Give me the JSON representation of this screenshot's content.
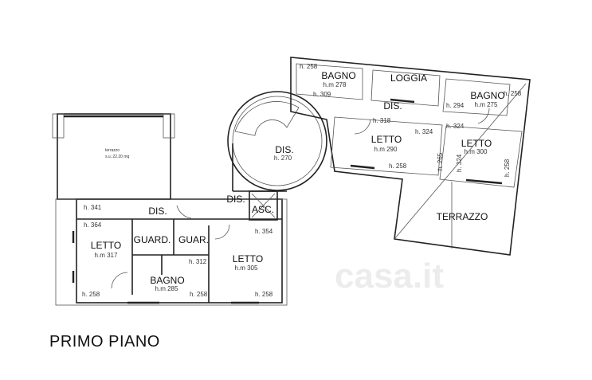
{
  "title": "PRIMO PIANO",
  "watermark": "casa.it",
  "rooms": {
    "bagno_top": {
      "name": "BAGNO",
      "height": "h.m 278"
    },
    "loggia": {
      "name": "LOGGIA"
    },
    "bagno_right": {
      "name": "BAGNO",
      "height": "h.m 275"
    },
    "dis_top": {
      "name": "DIS."
    },
    "letto_290": {
      "name": "LETTO",
      "height": "h.m 290"
    },
    "letto_300": {
      "name": "LETTO",
      "height": "h.m 300"
    },
    "dis_round": {
      "name": "DIS.",
      "height": "h. 270"
    },
    "terrazzo_right": {
      "name": "TERRAZZO"
    },
    "terrazzo_left": {
      "name": "terrazzo",
      "area": "s.u.:22.20 mq"
    },
    "dis_mid": {
      "name": "DIS."
    },
    "asc": {
      "name": "ASC."
    },
    "dis_left": {
      "name": "DIS."
    },
    "letto_317": {
      "name": "LETTO",
      "height": "h.m 317"
    },
    "guard": {
      "name": "GUARD."
    },
    "guar": {
      "name": "GUAR."
    },
    "bagno_285": {
      "name": "BAGNO",
      "height": "h.m 285"
    },
    "letto_305": {
      "name": "LETTO",
      "height": "h.m 305"
    }
  },
  "heights": [
    "h. 258",
    "h. 309",
    "h. 294",
    "h. 258",
    "h. 318",
    "h. 324",
    "h. 324",
    "h. 258",
    "h. 265",
    "h. 324",
    "h. 258",
    "h. 341",
    "h. 364",
    "h. 312",
    "h. 258",
    "h. 258",
    "h. 258",
    "h. 354"
  ]
}
